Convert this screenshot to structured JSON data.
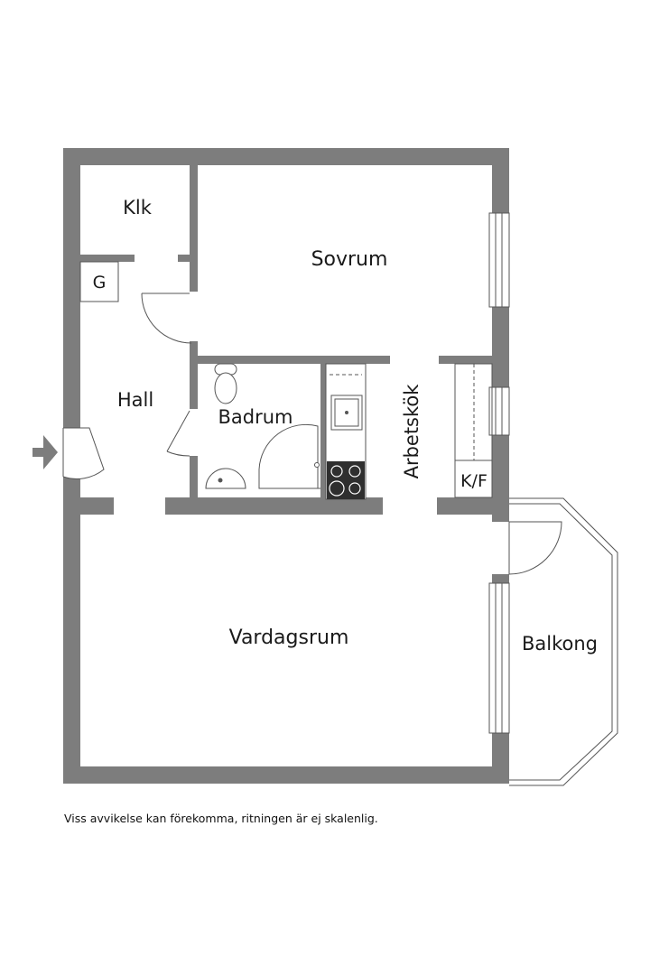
{
  "rooms": {
    "klk": "Klk",
    "g": "G",
    "sovrum": "Sovrum",
    "hall": "Hall",
    "badrum": "Badrum",
    "arbetskok": "Arbetskök",
    "kf": "K/F",
    "vardagsrum": "Vardagsrum",
    "balkong": "Balkong"
  },
  "disclaimer": "Viss avvikelse kan förekomma, ritningen är ej skalenlig.",
  "colors": {
    "wall": "#7d7d7d",
    "line": "#555555",
    "background": "#ffffff",
    "appliance": "#2f2f2f"
  }
}
